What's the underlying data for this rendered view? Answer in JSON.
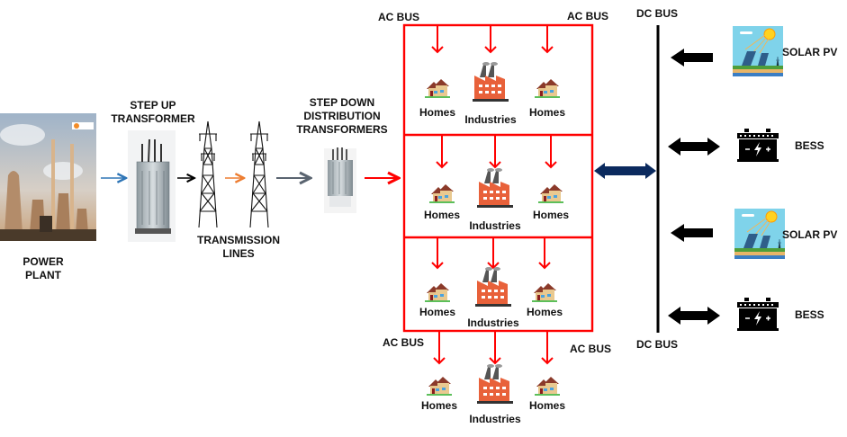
{
  "source": {
    "power_plant": {
      "label_line1": "POWER",
      "label_line2": "PLANT",
      "icon": "power-plant-image"
    },
    "step_up": {
      "label_line1": "STEP UP",
      "label_line2": "TRANSFORMER",
      "icon": "transformer-image"
    },
    "transmission": {
      "label_line1": "TRANSMISSION",
      "label_line2": "LINES",
      "icon": "transmission-tower"
    },
    "step_down": {
      "label_line1": "STEP DOWN",
      "label_line2": "DISTRIBUTION",
      "label_line3": "TRANSFORMERS",
      "icon": "distribution-transformer-image"
    }
  },
  "ac_bus": {
    "labels": [
      "AC BUS",
      "AC BUS",
      "AC BUS",
      "AC BUS"
    ],
    "sections": [
      {
        "loads": [
          "Homes",
          "Industries",
          "Homes"
        ]
      },
      {
        "loads": [
          "Homes",
          "Industries",
          "Homes"
        ]
      },
      {
        "loads": [
          "Homes",
          "Industries",
          "Homes"
        ]
      },
      {
        "loads": [
          "Homes",
          "Industries",
          "Homes"
        ]
      }
    ]
  },
  "dc_bus": {
    "labels": [
      "DC BUS",
      "DC BUS"
    ],
    "sources": [
      {
        "label": "SOLAR PV",
        "icon": "solar-panel",
        "flow": "unidirectional"
      },
      {
        "label": "BESS",
        "icon": "battery",
        "flow": "bidirectional"
      },
      {
        "label": "SOLAR PV",
        "icon": "solar-panel",
        "flow": "unidirectional"
      },
      {
        "label": "BESS",
        "icon": "battery",
        "flow": "bidirectional"
      }
    ]
  },
  "colors": {
    "ac_bus": "#ff0000",
    "dc_bus": "#000000",
    "ac_dc_link": "#0b2a5e",
    "arrow_blue": "#2e75b6",
    "arrow_orange": "#ed7d31",
    "arrow_gray": "#5a6470",
    "factory": "#e8613a"
  }
}
